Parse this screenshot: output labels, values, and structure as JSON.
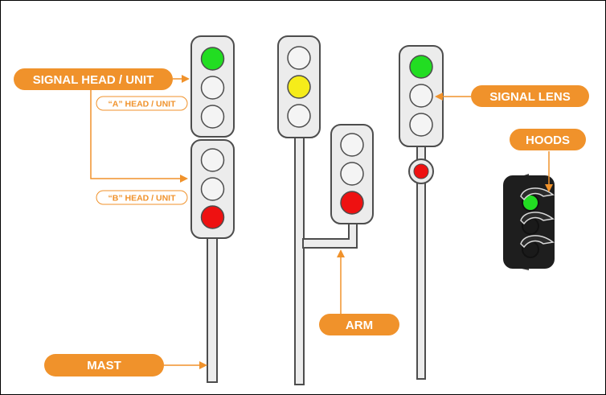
{
  "labels": {
    "signal_head": "SIGNAL HEAD / UNIT",
    "a_head": "“A” HEAD / UNIT",
    "b_head": "“B” HEAD / UNIT",
    "signal_lens": "SIGNAL LENS",
    "hoods": "HOODS",
    "arm": "ARM",
    "mast": "MAST"
  },
  "colors": {
    "accent": "#f0922b",
    "housing": "#ececec",
    "outline": "#4d4d4d",
    "lens_off": "#f4f4f4",
    "green": "#22dd22",
    "yellow": "#f5ec1a",
    "red": "#ee1111",
    "hooded_body": "#1e1e1e"
  },
  "signals": [
    {
      "name": "signal-1-a-head",
      "lenses": [
        "green",
        "off",
        "off"
      ]
    },
    {
      "name": "signal-1-b-head",
      "lenses": [
        "off",
        "off",
        "red"
      ]
    },
    {
      "name": "signal-2-main-head",
      "lenses": [
        "off",
        "yellow",
        "off"
      ]
    },
    {
      "name": "signal-2-arm-head",
      "lenses": [
        "off",
        "off",
        "red"
      ]
    },
    {
      "name": "signal-3-head",
      "lenses": [
        "green",
        "off",
        "off"
      ]
    },
    {
      "name": "signal-3-marker",
      "lenses": [
        "red"
      ]
    },
    {
      "name": "hooded-signal",
      "lenses": [
        "green",
        "off",
        "off"
      ]
    }
  ]
}
